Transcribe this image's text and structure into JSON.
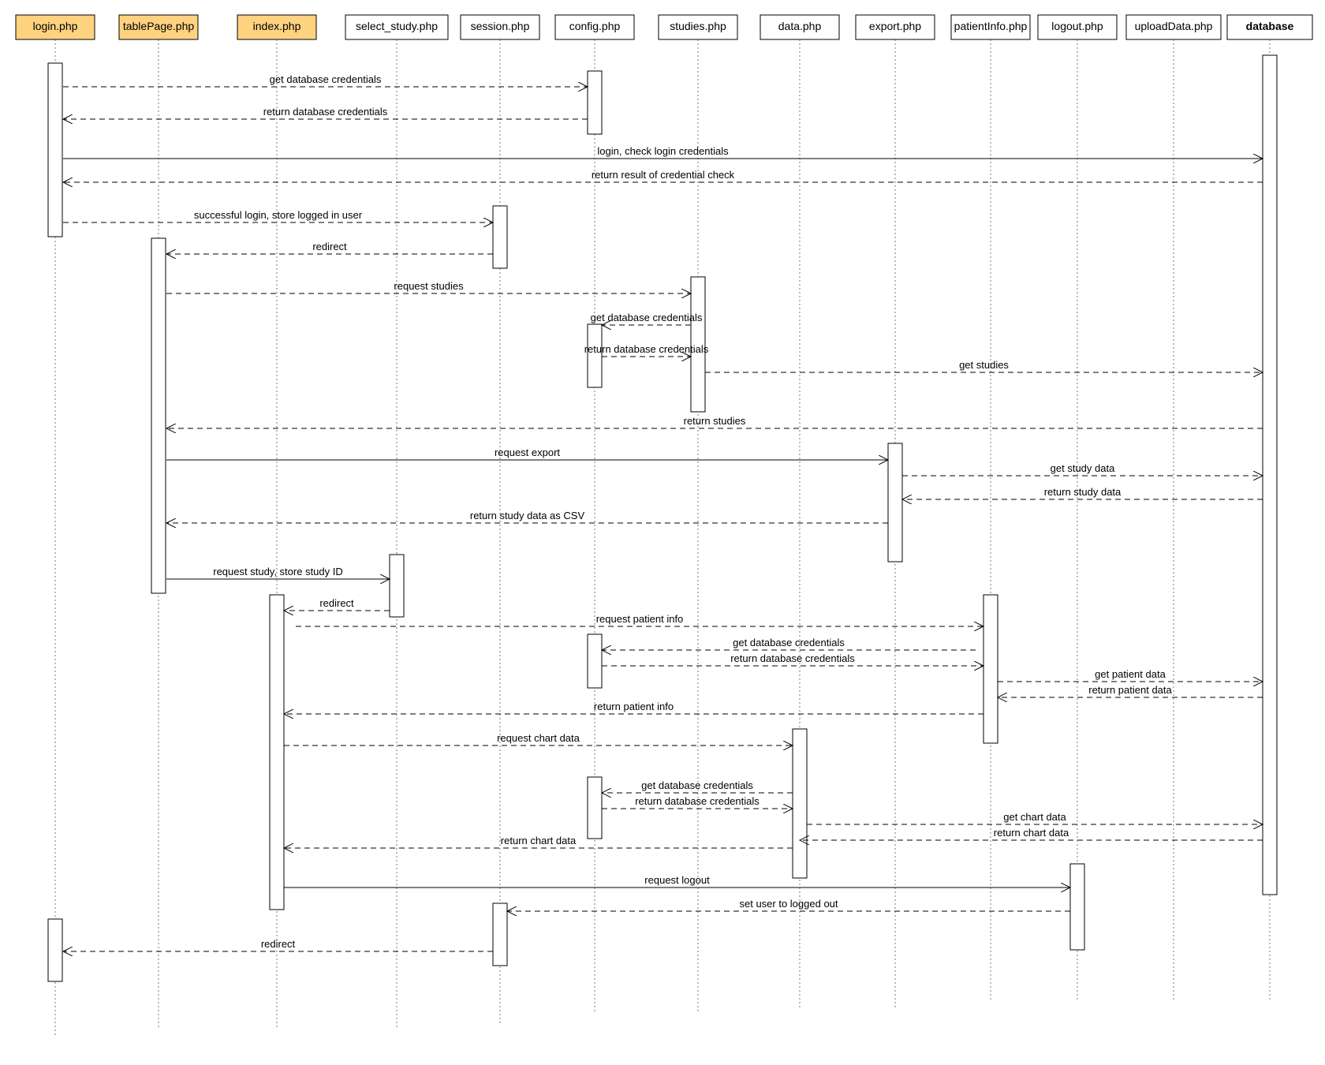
{
  "participants": [
    {
      "id": "login",
      "name": "login.php",
      "highlight": true
    },
    {
      "id": "tablePage",
      "name": "tablePage.php",
      "highlight": true
    },
    {
      "id": "index",
      "name": "index.php",
      "highlight": true
    },
    {
      "id": "select_study",
      "name": "select_study.php",
      "highlight": false
    },
    {
      "id": "session",
      "name": "session.php",
      "highlight": false
    },
    {
      "id": "config",
      "name": "config.php",
      "highlight": false
    },
    {
      "id": "studies",
      "name": "studies.php",
      "highlight": false
    },
    {
      "id": "data",
      "name": "data.php",
      "highlight": false
    },
    {
      "id": "export",
      "name": "export.php",
      "highlight": false
    },
    {
      "id": "patientInfo",
      "name": "patientInfo.php",
      "highlight": false
    },
    {
      "id": "logout",
      "name": "logout.php",
      "highlight": false
    },
    {
      "id": "uploadData",
      "name": "uploadData.php",
      "highlight": false
    },
    {
      "id": "database",
      "name": "database",
      "highlight": false,
      "bold": true
    }
  ],
  "messages": [
    {
      "from": "login",
      "to": "config",
      "label": "get database credentials",
      "style": "dashed"
    },
    {
      "from": "config",
      "to": "login",
      "label": "return database credentials",
      "style": "dashed"
    },
    {
      "from": "login",
      "to": "database",
      "label": "login, check login credentials",
      "style": "solid"
    },
    {
      "from": "database",
      "to": "login",
      "label": "return result of credential check",
      "style": "dashed"
    },
    {
      "from": "login",
      "to": "session",
      "label": "successful login, store logged in user",
      "style": "dashed"
    },
    {
      "from": "session",
      "to": "tablePage",
      "label": "redirect",
      "style": "dashed"
    },
    {
      "from": "tablePage",
      "to": "studies",
      "label": "request studies",
      "style": "dashed"
    },
    {
      "from": "studies",
      "to": "config",
      "label": "get database credentials",
      "style": "dashed"
    },
    {
      "from": "config",
      "to": "studies",
      "label": "return database credentials",
      "style": "dashed"
    },
    {
      "from": "studies",
      "to": "database",
      "label": "get studies",
      "style": "dashed"
    },
    {
      "from": "database",
      "to": "tablePage",
      "label": "return studies",
      "style": "dashed"
    },
    {
      "from": "tablePage",
      "to": "export",
      "label": "request export",
      "style": "solid"
    },
    {
      "from": "export",
      "to": "database",
      "label": "get study data",
      "style": "dashed"
    },
    {
      "from": "database",
      "to": "export",
      "label": "return study data",
      "style": "dashed"
    },
    {
      "from": "export",
      "to": "tablePage",
      "label": "return study data as CSV",
      "style": "dashed"
    },
    {
      "from": "tablePage",
      "to": "select_study",
      "label": "request study, store study ID",
      "style": "solid"
    },
    {
      "from": "select_study",
      "to": "index",
      "label": "redirect",
      "style": "dashed"
    },
    {
      "from": "index",
      "to": "patientInfo",
      "label": "request patient info",
      "style": "dashed"
    },
    {
      "from": "patientInfo",
      "to": "config",
      "label": "get database credentials",
      "style": "dashed"
    },
    {
      "from": "config",
      "to": "patientInfo",
      "label": "return database credentials",
      "style": "dashed"
    },
    {
      "from": "patientInfo",
      "to": "database",
      "label": "get patient data",
      "style": "dashed"
    },
    {
      "from": "database",
      "to": "patientInfo",
      "label": "return patient data",
      "style": "dashed"
    },
    {
      "from": "patientInfo",
      "to": "index",
      "label": "return patient info",
      "style": "dashed"
    },
    {
      "from": "index",
      "to": "data",
      "label": "request chart data",
      "style": "dashed"
    },
    {
      "from": "data",
      "to": "config",
      "label": "get database credentials",
      "style": "dashed"
    },
    {
      "from": "config",
      "to": "data",
      "label": "return database credentials",
      "style": "dashed"
    },
    {
      "from": "data",
      "to": "database",
      "label": "get chart data",
      "style": "dashed"
    },
    {
      "from": "database",
      "to": "data",
      "label": "return chart data",
      "style": "dashed"
    },
    {
      "from": "data",
      "to": "index",
      "label": "return chart data",
      "style": "dashed"
    },
    {
      "from": "index",
      "to": "logout",
      "label": "request logout",
      "style": "solid"
    },
    {
      "from": "logout",
      "to": "session",
      "label": "set user to logged out",
      "style": "dashed"
    },
    {
      "from": "session",
      "to": "login",
      "label": "redirect",
      "style": "dashed"
    }
  ],
  "colors": {
    "highlight_fill": "#ffd27f",
    "line": "#000000",
    "lifeline": "#777777"
  }
}
